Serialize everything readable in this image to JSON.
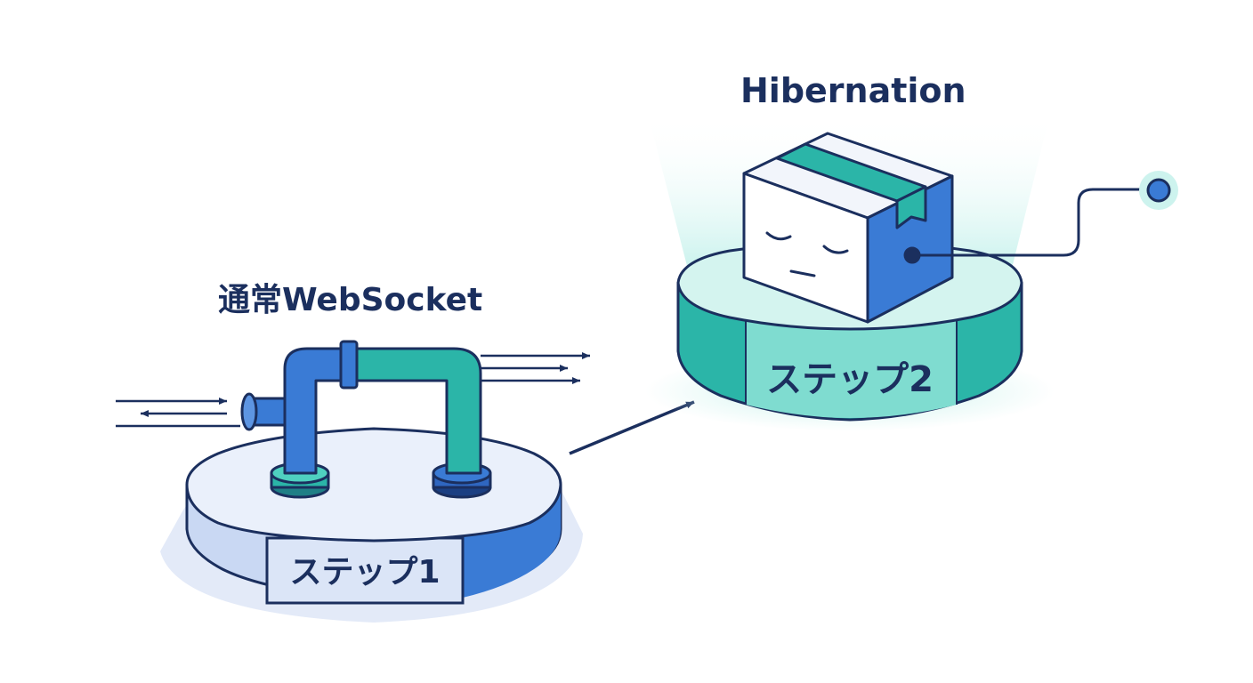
{
  "step1": {
    "title": "通常WebSocket",
    "label": "ステップ1"
  },
  "step2": {
    "title": "Hibernation",
    "label": "ステップ2"
  },
  "colors": {
    "navy": "#1b2f5e",
    "blue": "#3a7bd5",
    "teal": "#2bb5a8",
    "pale_blue": "#e8eef9",
    "pale_teal": "#d9f5f1",
    "glow": "#bdf0ea"
  },
  "icons": {
    "pipe": "pipe-icon",
    "box": "sleeping-box-icon",
    "arrow": "arrow-right-icon",
    "connector": "connector-node-icon"
  }
}
